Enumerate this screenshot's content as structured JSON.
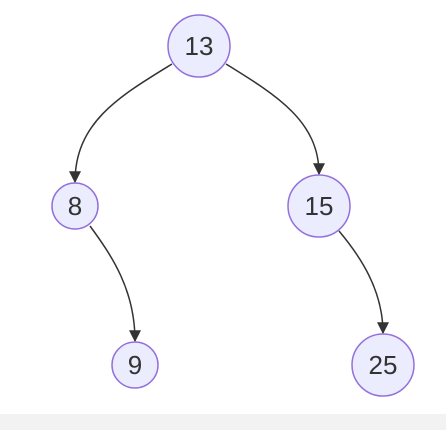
{
  "diagram": {
    "type": "binary-tree",
    "colors": {
      "node_fill": "#ececff",
      "node_stroke": "#9370db",
      "edge": "#333333",
      "text": "#333333",
      "background": "#ffffff"
    },
    "nodes": [
      {
        "id": "n13",
        "label": "13"
      },
      {
        "id": "n8",
        "label": "8"
      },
      {
        "id": "n15",
        "label": "15"
      },
      {
        "id": "n9",
        "label": "9"
      },
      {
        "id": "n25",
        "label": "25"
      }
    ],
    "edges": [
      {
        "from": "n13",
        "to": "n8"
      },
      {
        "from": "n13",
        "to": "n15"
      },
      {
        "from": "n8",
        "to": "n9"
      },
      {
        "from": "n15",
        "to": "n25"
      }
    ]
  }
}
